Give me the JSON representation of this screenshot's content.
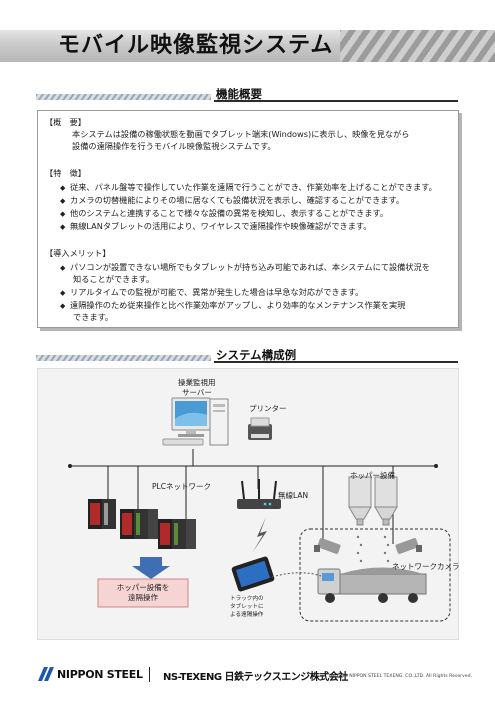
{
  "title": "モバイル映像監視システム",
  "sections": {
    "overview_heading": "機能概要",
    "system_heading": "システム構成例"
  },
  "overview": {
    "summary_heading": "【概　要】",
    "summary_lines": [
      "本システムは設備の稼働状態を動画でタブレット端末(Windows)に表示し、映像を見ながら",
      "設備の遠隔操作を行うモバイル映像監視システムです。"
    ],
    "features_heading": "【特　徴】",
    "features": [
      "従来、パネル盤等で操作していた作業を遠隔で行うことができ、作業効率を上げることができます。",
      "カメラの切替機能によりその場に居なくても設備状況を表示し、確認することができます。",
      "他のシステムと連携することで様々な設備の異常を検知し、表示することができます。",
      "無線LANタブレットの活用により、ワイヤレスで遠隔操作や映像確認ができます。"
    ],
    "merits_heading": "【導入メリット】",
    "merits": [
      {
        "line1": "パソコンが設置できない場所でもタブレットが持ち込み可能であれば、本システムにて設備状況を",
        "line2": "知ることができます。"
      },
      {
        "line1": "リアルタイムでの監視が可能で、異常が発生した場合は早急な対応ができます。",
        "line2": ""
      },
      {
        "line1": "遠隔操作のため従来操作と比べ作業効率がアップし、より効率的なメンテナンス作業を実現",
        "line2": "できます。"
      }
    ],
    "bullet_glyph": "◆"
  },
  "diagram": {
    "server_label_1": "操業監視用",
    "server_label_2": "サーバー",
    "printer_label": "プリンター",
    "plc_label": "PLCネットワーク",
    "wlan_label": "無線LAN",
    "hopper_label": "ホッパー設備",
    "camera_label": "ネットワークカメラ",
    "remote_box_1": "ホッパー設備を",
    "remote_box_2": "遠隔操作",
    "tablet_label_1": "トラック内の",
    "tablet_label_2": "タブレットに",
    "tablet_label_3": "よる遠隔操作"
  },
  "footer": {
    "nippon_steel": "NIPPON STEEL",
    "company": "NS-TEXENG 日鉄テックスエンジ株式会社",
    "copyright": "© 2019 NIPPON STEEL TEXENG. CO.,LTD. All Rights Reserved."
  },
  "colors": {
    "banner_stripe": "#9c9c9c",
    "remote_box_bg": "#f6d4d4",
    "arrow_blue": "#3f6eb5",
    "tablet_blue": "#2c6fc2",
    "plc_red": "#b02a2a",
    "logo_blue": "#1e56b0"
  }
}
